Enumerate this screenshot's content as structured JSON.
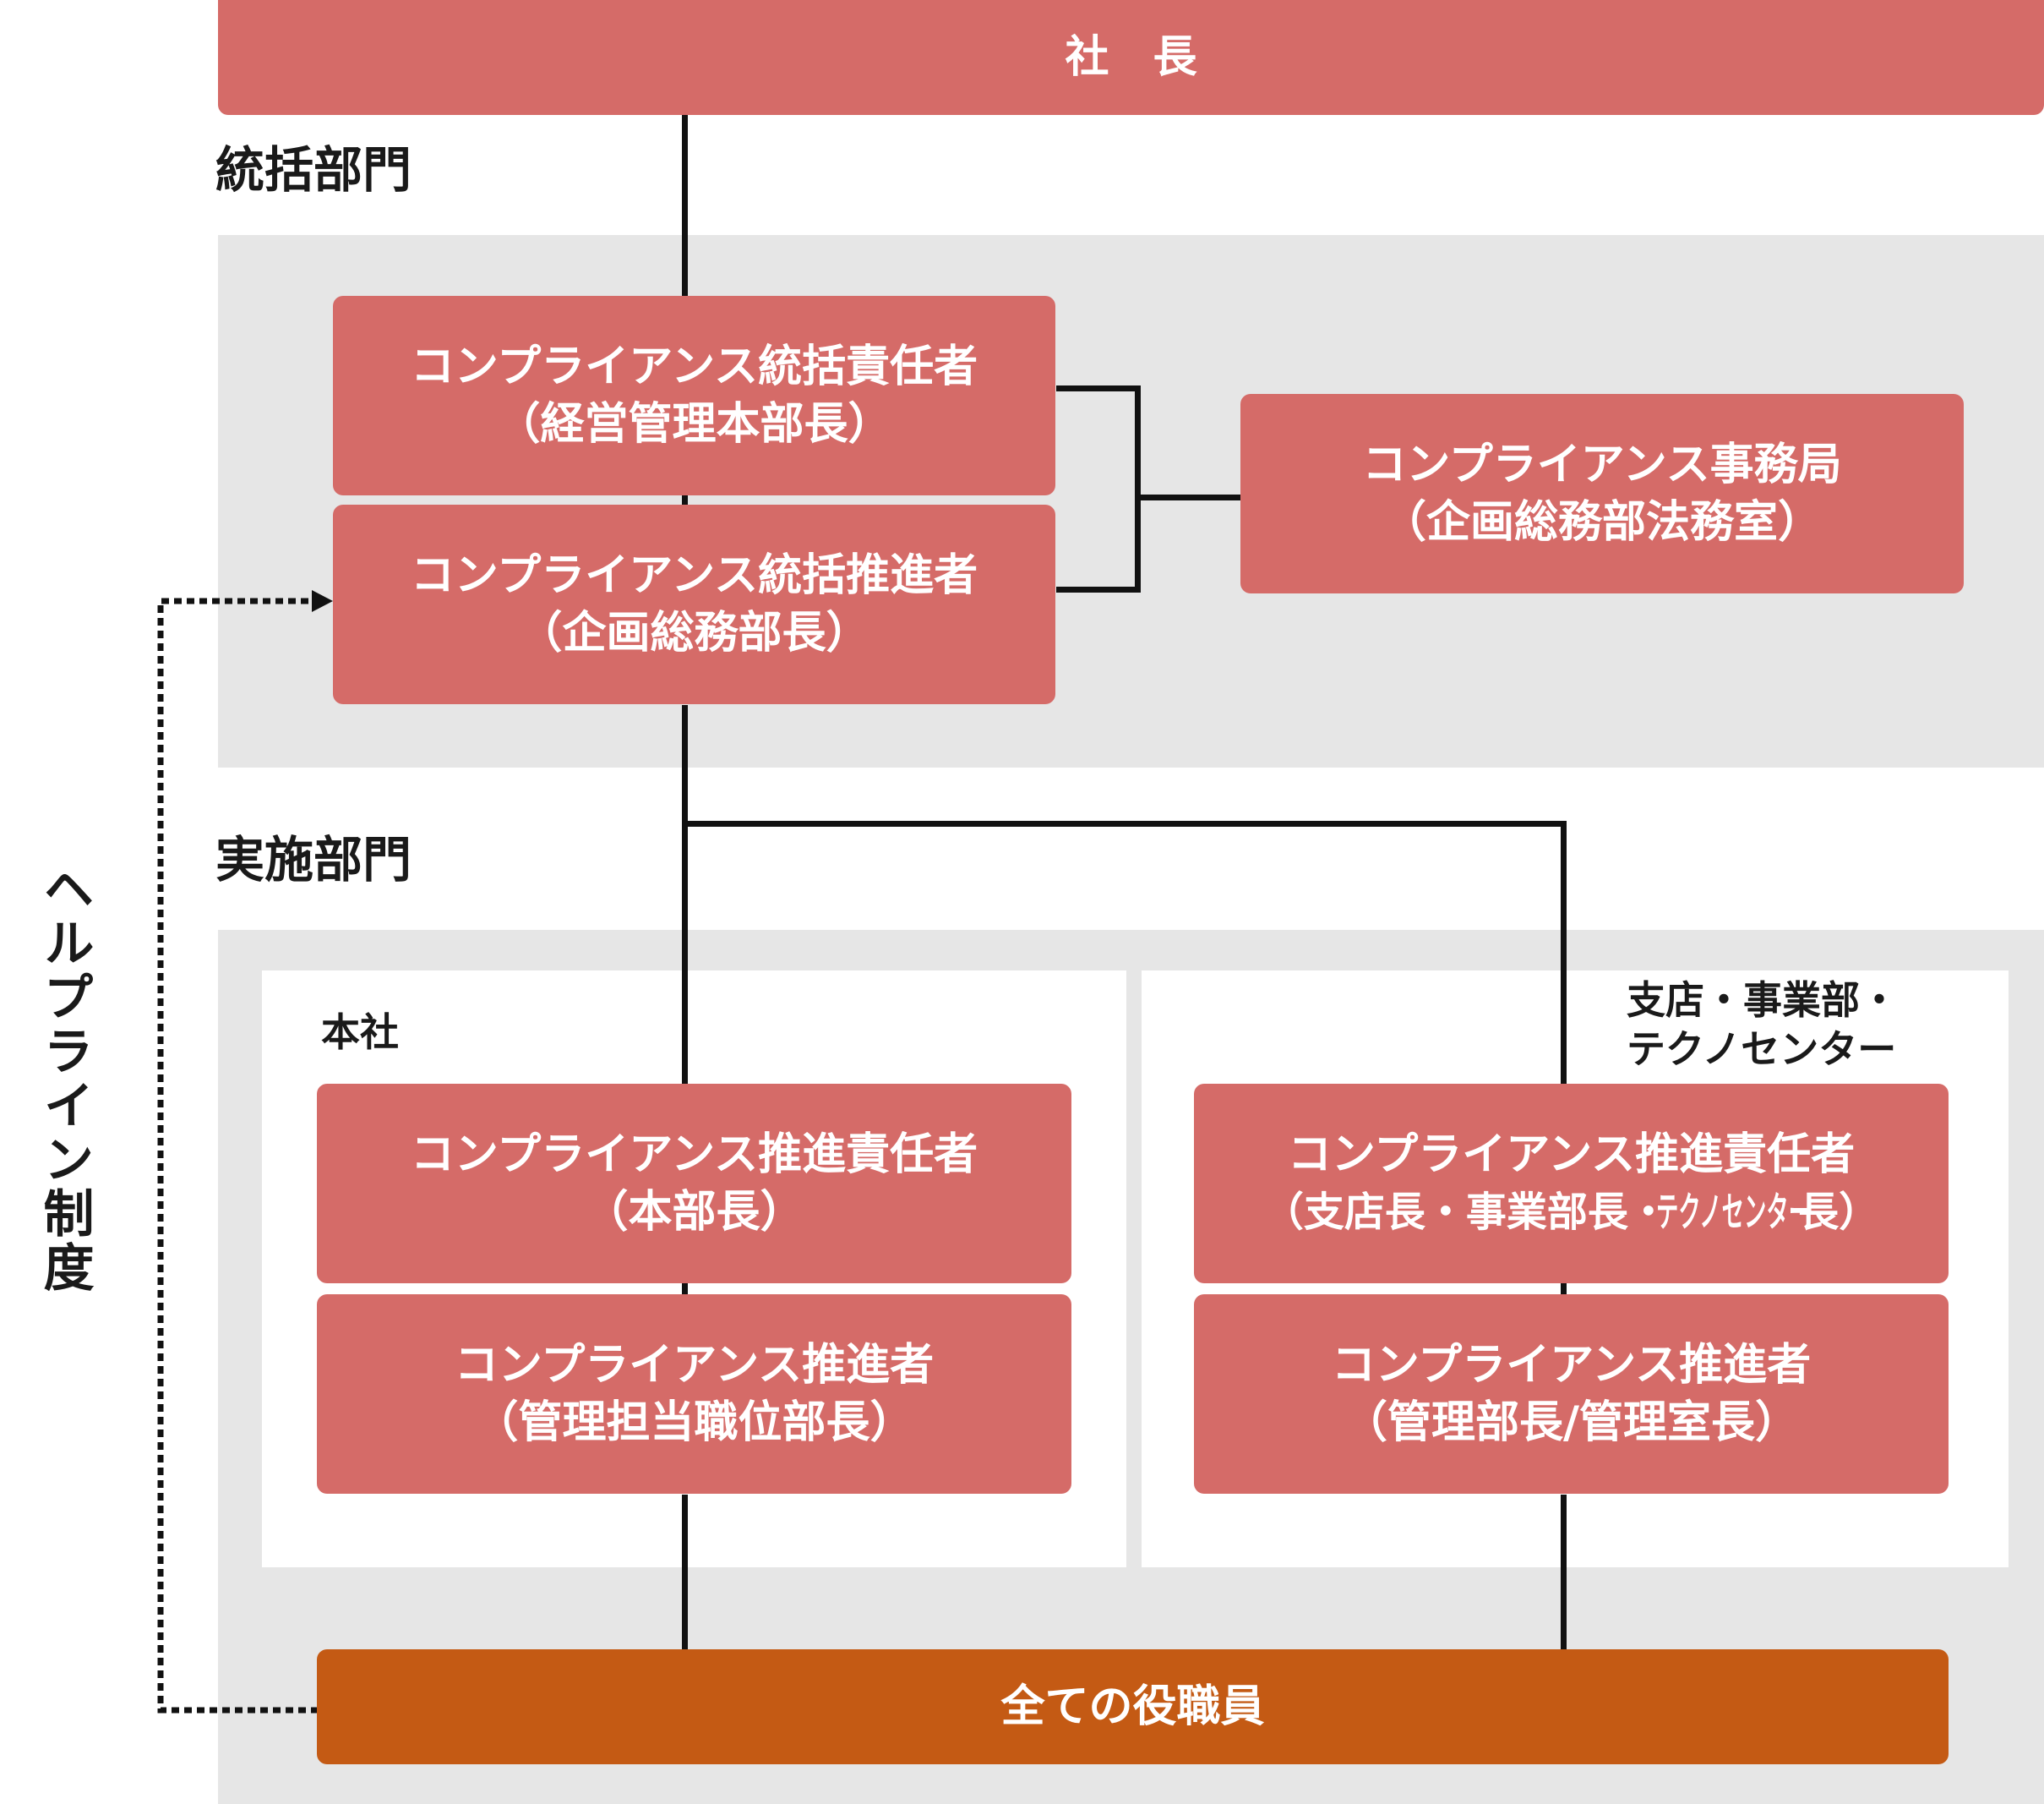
{
  "president": "社　長",
  "section_oversight": "統括部門",
  "section_implementation": "実施部門",
  "oversight": {
    "chief": {
      "title": "コンプライアンス統括責任者",
      "role": "（経営管理本部長）"
    },
    "promoter": {
      "title": "コンプライアンス統括推進者",
      "role": "（企画総務部長）"
    },
    "secretariat": {
      "title": "コンプライアンス事務局",
      "role": "（企画総務部法務室）"
    }
  },
  "head_office": {
    "label": "本社",
    "manager": {
      "title": "コンプライアンス推進責任者",
      "role": "（本部長）"
    },
    "promoter": {
      "title": "コンプライアンス推進者",
      "role": "（管理担当職位部長）"
    }
  },
  "branches": {
    "label_line1": "支店・事業部・",
    "label_line2": "テクノセンター",
    "manager": {
      "title": "コンプライアンス推進責任者",
      "role_prefix": "（支店長・事業部長・",
      "role_condensed": "テクノセンター",
      "role_suffix": "長）"
    },
    "promoter": {
      "title": "コンプライアンス推進者",
      "role": "（管理部長/管理室長）"
    }
  },
  "all_staff": "全ての役職員",
  "helpline": "ヘルプライン制度"
}
